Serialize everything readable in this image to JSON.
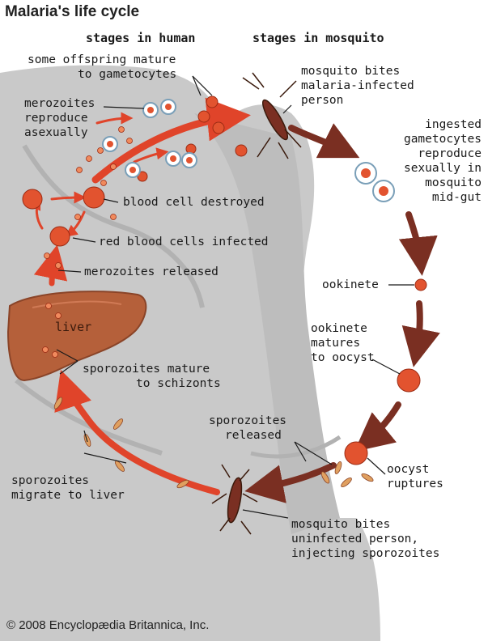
{
  "title": "Malaria's life cycle",
  "columns": {
    "human": "stages in human",
    "mosquito": "stages in mosquito"
  },
  "labels": {
    "offspring_line1": "some offspring mature",
    "offspring_line2": "to gametocytes",
    "merozoites_reproduce_line1": "merozoites",
    "merozoites_reproduce_line2": "reproduce",
    "merozoites_reproduce_line3": "asexually",
    "blood_cell_destroyed": "blood cell destroyed",
    "red_blood_cells_infected": "red blood cells infected",
    "merozoites_released": "merozoites released",
    "liver": "liver",
    "sporozoites_mature_line1": "sporozoites mature",
    "sporozoites_mature_line2": "to schizonts",
    "sporozoites_migrate_line1": "sporozoites",
    "sporozoites_migrate_line2": "migrate to liver",
    "mosquito_bites_infected_line1": "mosquito bites",
    "mosquito_bites_infected_line2": "malaria-infected",
    "mosquito_bites_infected_line3": "person",
    "ingested_line1": "ingested",
    "ingested_line2": "gametocytes",
    "ingested_line3": "reproduce",
    "ingested_line4": "sexually in",
    "ingested_line5": "mosquito",
    "ingested_line6": "mid-gut",
    "ookinete": "ookinete",
    "ookinete_matures_line1": "ookinete",
    "ookinete_matures_line2": "matures",
    "ookinete_matures_line3": "to oocyst",
    "sporozoites_released_line1": "sporozoites",
    "sporozoites_released_line2": "released",
    "oocyst_ruptures_line1": "oocyst",
    "oocyst_ruptures_line2": "ruptures",
    "mosquito_bites_uninfected_line1": "mosquito bites",
    "mosquito_bites_uninfected_line2": "uninfected person,",
    "mosquito_bites_uninfected_line3": "injecting sporozoites"
  },
  "copyright": "© 2008 Encyclopædia Britannica, Inc.",
  "colors": {
    "body_silhouette": "#c9c9c9",
    "body_shadow": "#a9a9a9",
    "human_arrow": "#e0442a",
    "mosquito_arrow": "#7a2f22",
    "cell": "#e2532f",
    "liver": "#b5603a",
    "text": "#1a1a1a"
  }
}
